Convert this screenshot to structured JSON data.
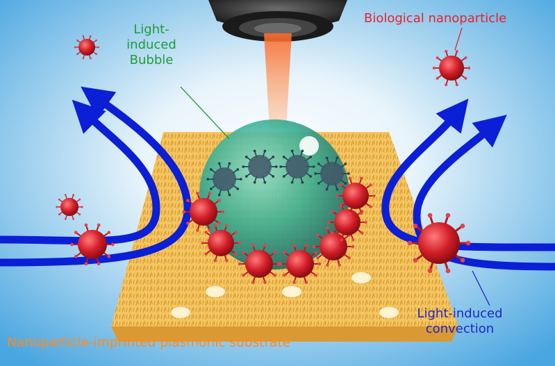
{
  "labels": {
    "bubble_line1": "Light-",
    "bubble_line2": "induced",
    "bubble_line3": "Bubble",
    "nanoparticle": "Biological nanoparticle",
    "convection_line1": "Light-induced",
    "convection_line2": "convection",
    "substrate": "Nanoparticle-imprinted plasmonic substrate"
  },
  "colors": {
    "bubble_label": "#1e9b3b",
    "nanoparticle_label": "#e8212d",
    "convection_label": "#1b27c7",
    "substrate_label": "#ff8a1c",
    "arrow": "#0b1fd6",
    "particle": "#d8202a",
    "substrate": "#f3c15a",
    "bubble": "#3bb39a",
    "laser": "#ff7a3a"
  },
  "icons": [
    "objective-lens-icon",
    "laser-beam-icon",
    "bubble-icon",
    "nanoparticle-icon",
    "convection-arrow-icon",
    "substrate-icon"
  ]
}
